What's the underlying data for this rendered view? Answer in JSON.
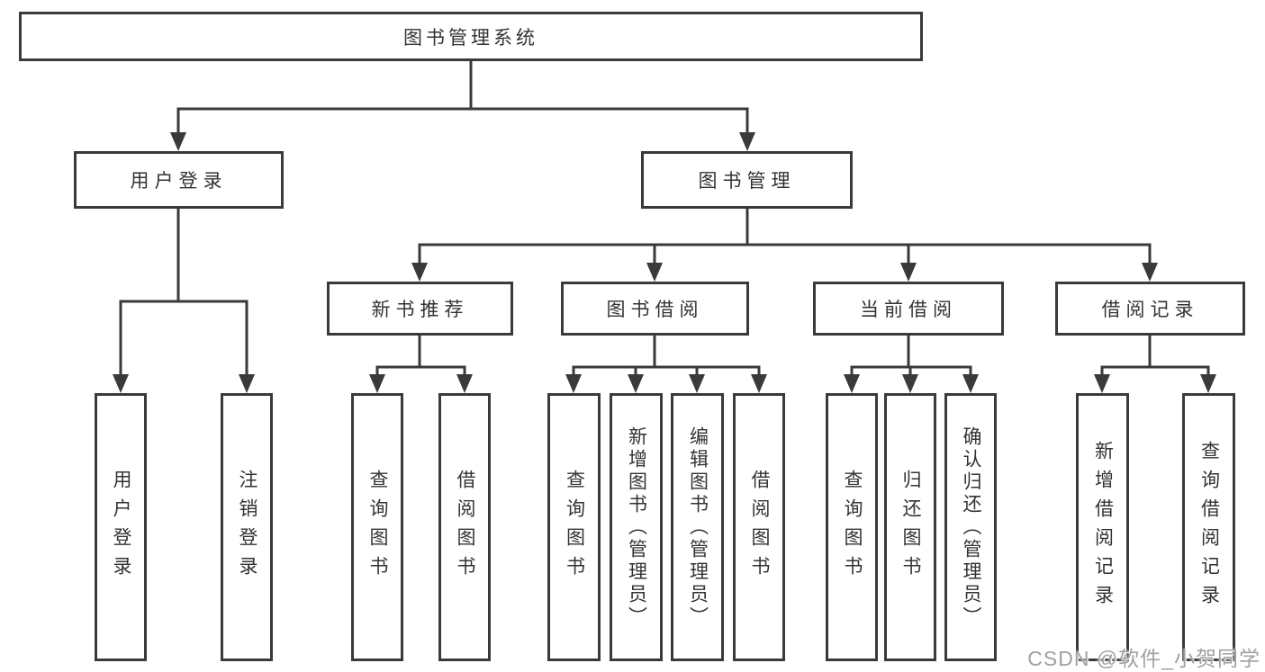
{
  "diagram": {
    "root": {
      "label": "图书管理系统",
      "children": [
        {
          "label": "用户登录",
          "children": [
            {
              "label": "用户登录"
            },
            {
              "label": "注销登录"
            }
          ]
        },
        {
          "label": "图书管理",
          "children": [
            {
              "label": "新书推荐",
              "children": [
                {
                  "label": "查询图书"
                },
                {
                  "label": "借阅图书"
                }
              ]
            },
            {
              "label": "图书借阅",
              "children": [
                {
                  "label": "查询图书"
                },
                {
                  "label": "新增图书（管理员）"
                },
                {
                  "label": "编辑图书（管理员）"
                },
                {
                  "label": "借阅图书"
                }
              ]
            },
            {
              "label": "当前借阅",
              "children": [
                {
                  "label": "查询图书"
                },
                {
                  "label": "归还图书"
                },
                {
                  "label": "确认归还（管理员）"
                }
              ]
            },
            {
              "label": "借阅记录",
              "children": [
                {
                  "label": "新增借阅记录"
                },
                {
                  "label": "查询借阅记录"
                }
              ]
            }
          ]
        }
      ]
    }
  },
  "watermark": {
    "text": "CSDN @软件_小贺同学"
  },
  "colors": {
    "line": "#3a3a3a",
    "text": "#333333",
    "box_background": "#ffffff",
    "watermark": "#a0a0a0",
    "background": "#ffffff"
  }
}
